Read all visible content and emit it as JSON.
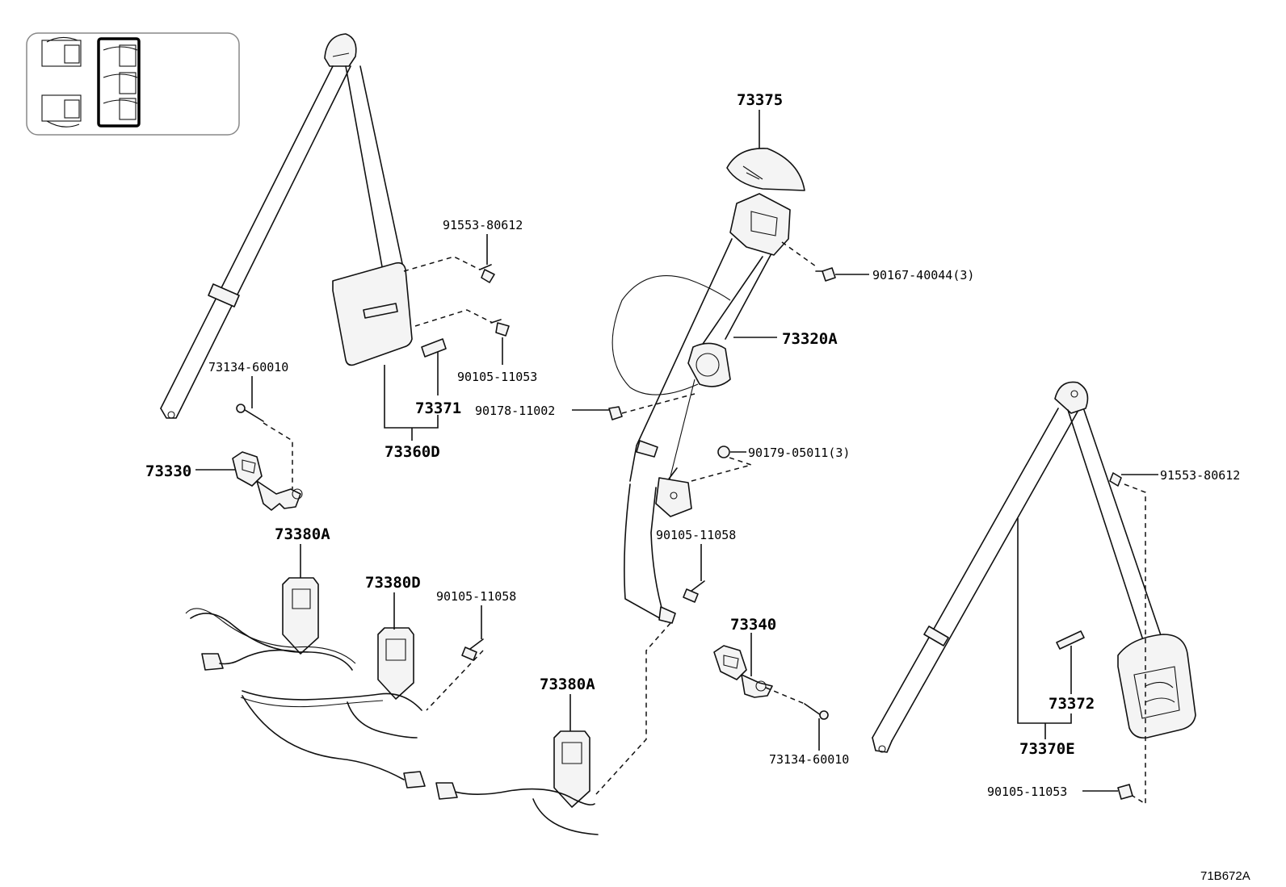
{
  "labels": {
    "p73375": "73375",
    "p91553_80612_a": "91553-80612",
    "p90167_40044": "90167-40044(3)",
    "p73320A": "73320A",
    "p90105_11053_a": "90105-11053",
    "p73134_60010_a": "73134-60010",
    "p73371": "73371",
    "p90178_11002": "90178-11002",
    "p73360D": "73360D",
    "p90179_05011": "90179-05011(3)",
    "p73330": "73330",
    "p91553_80612_b": "91553-80612",
    "p90105_11058_a": "90105-11058",
    "p73380A_a": "73380A",
    "p73380D": "73380D",
    "p90105_11058_b": "90105-11058",
    "p73340": "73340",
    "p73372": "73372",
    "p73380A_b": "73380A",
    "p73134_60010_b": "73134-60010",
    "p73370E": "73370E",
    "p90105_11053_b": "90105-11053"
  },
  "reference_code": "71B672A"
}
